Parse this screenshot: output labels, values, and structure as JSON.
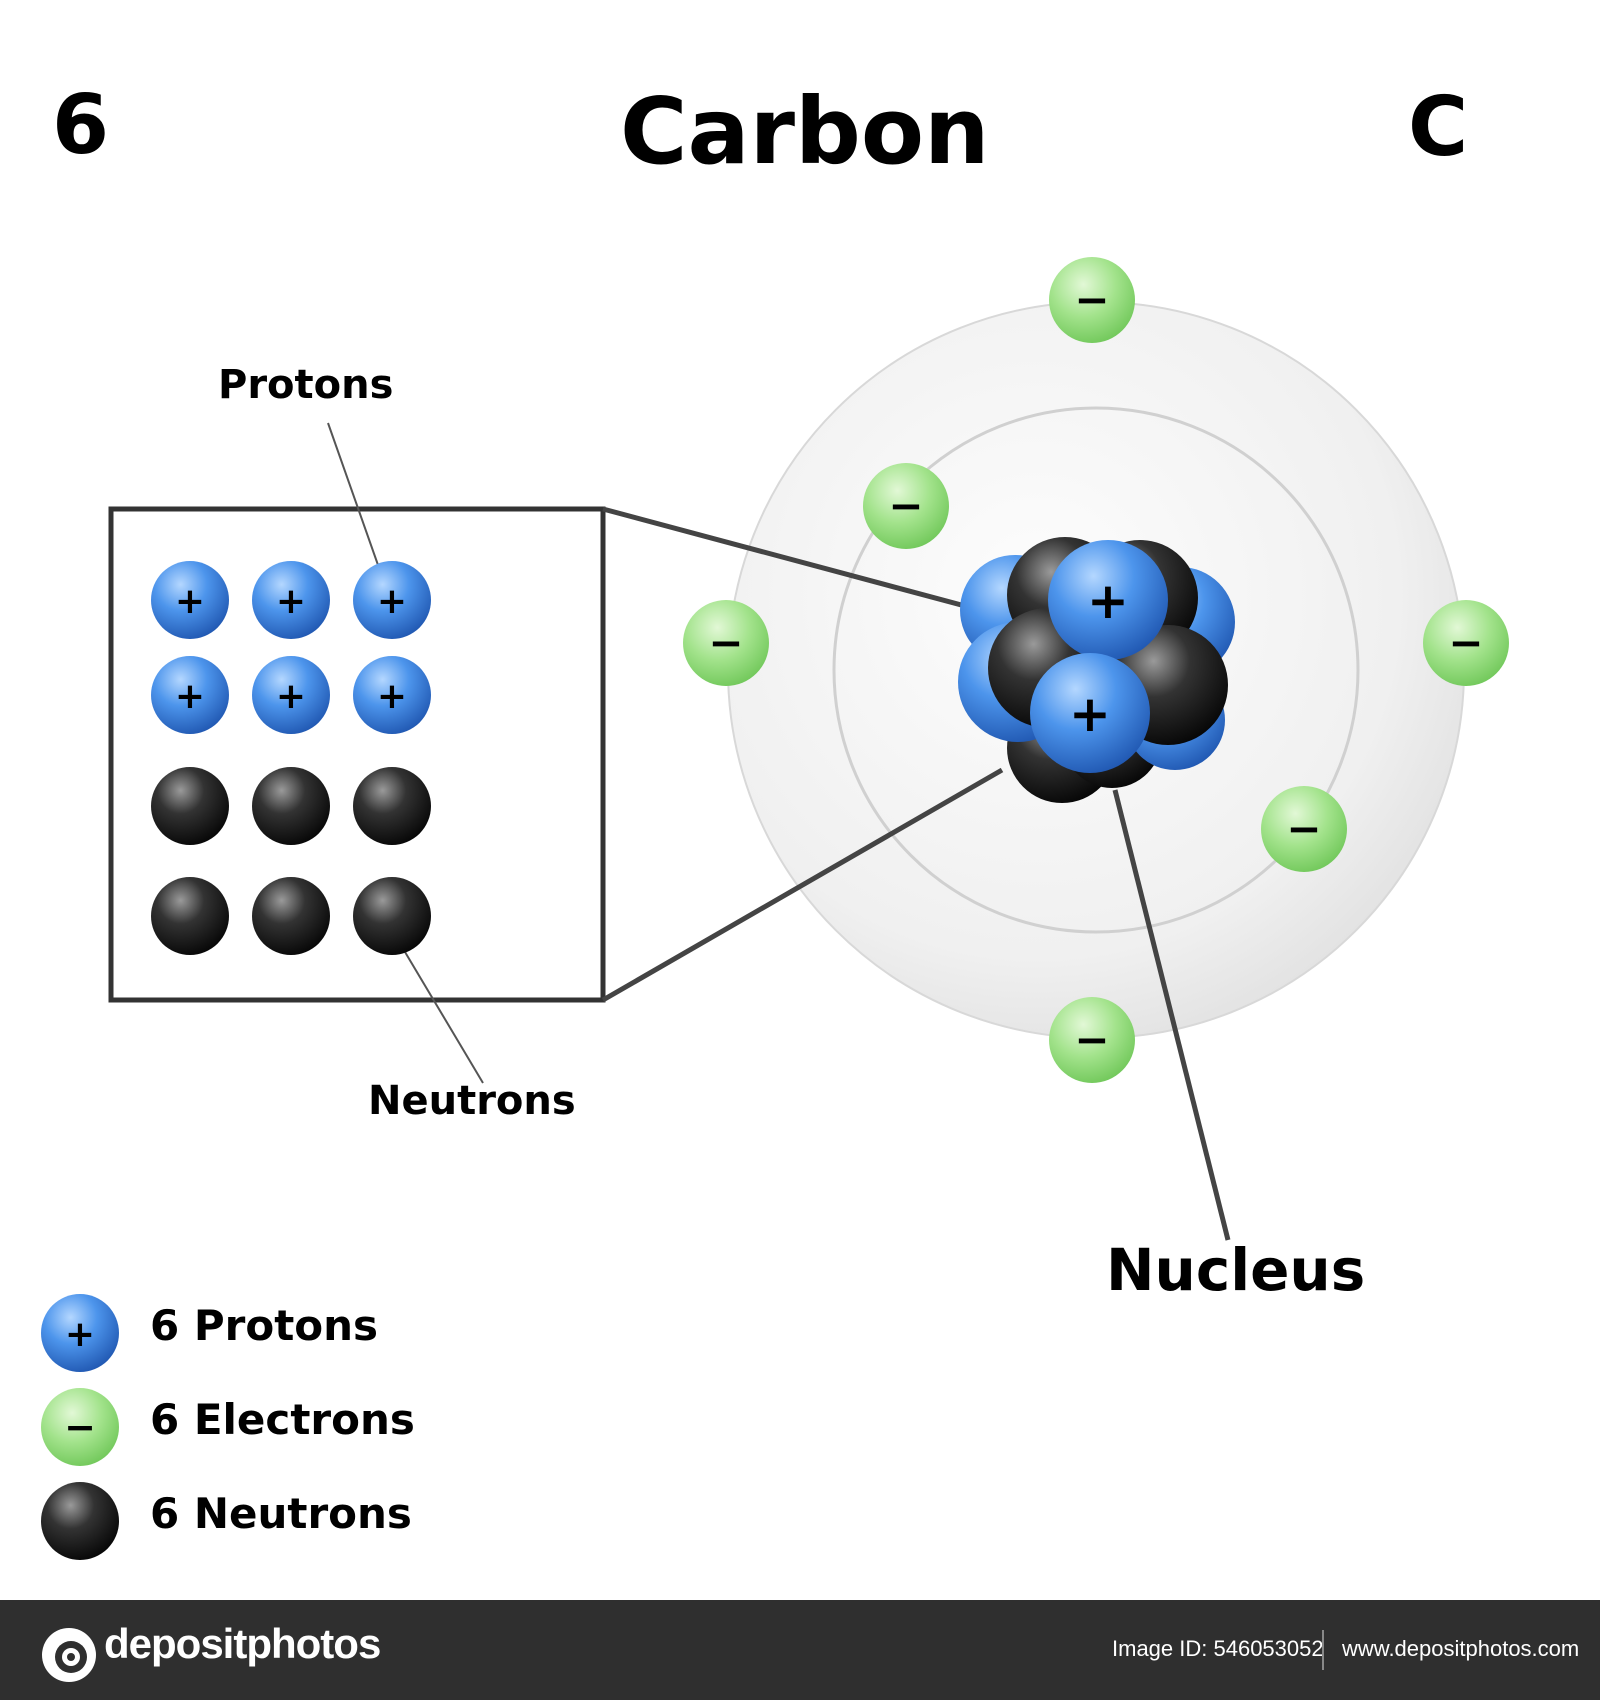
{
  "header": {
    "atomic_number": "6",
    "element_name": "Carbon",
    "element_symbol": "C"
  },
  "labels": {
    "protons": "Protons",
    "neutrons": "Neutrons",
    "nucleus": "Nucleus"
  },
  "particle_signs": {
    "proton": "+",
    "electron": "−"
  },
  "legend": [
    {
      "text": "6 Protons",
      "type": "proton"
    },
    {
      "text": "6 Electrons",
      "type": "electron"
    },
    {
      "text": "6 Neutrons",
      "type": "neutron"
    }
  ],
  "inset_grid": {
    "proton_count": 6,
    "neutron_count": 6
  },
  "electron_shells": {
    "inner_electrons": 2,
    "outer_electrons": 4
  },
  "colors": {
    "proton": "#3d8ae8",
    "electron": "#8fdb77",
    "neutron": "#1a1a1a",
    "outer_shell": "#e9e9e9",
    "inner_shell": "#f3f3f3"
  },
  "footer": {
    "brand": "depositphotos",
    "image_id": "Image ID: 546053052",
    "url": "www.depositphotos.com"
  }
}
